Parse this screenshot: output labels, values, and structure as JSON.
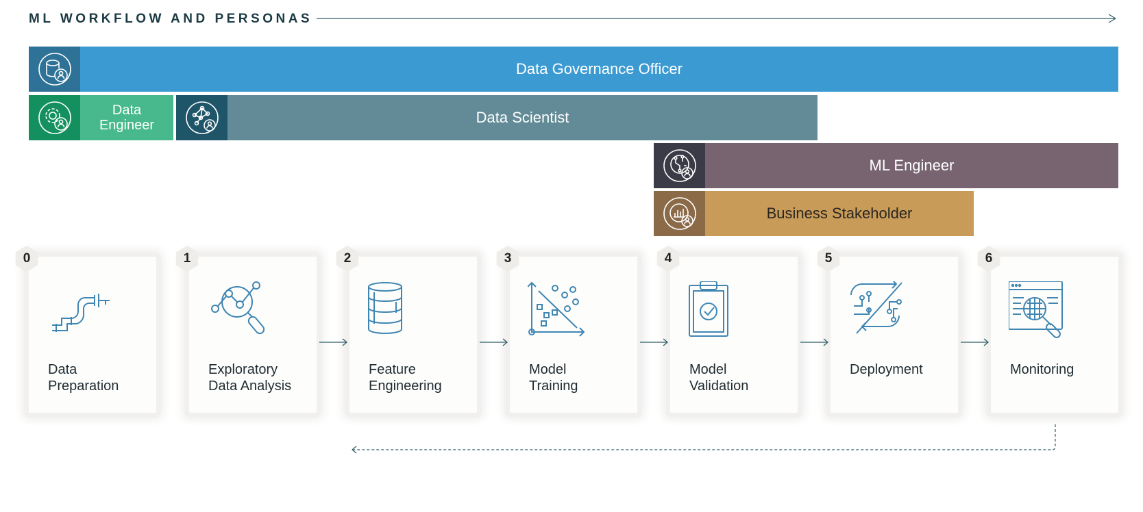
{
  "header": {
    "title": "ML WORKFLOW AND PERSONAS"
  },
  "personas": [
    {
      "label": "Data Governance Officer",
      "icon": "database-user-icon",
      "bar_color": "#3b9ad1",
      "icon_bg": "#2f7298"
    },
    {
      "label": "Data Engineer",
      "icon": "gear-user-icon",
      "bar_color": "#47b98c",
      "icon_bg": "#14905f"
    },
    {
      "label": "Data Scientist",
      "icon": "network-user-icon",
      "bar_color": "#638b97",
      "icon_bg": "#1f5569"
    },
    {
      "label": "ML Engineer",
      "icon": "circuit-user-icon",
      "bar_color": "#776470",
      "icon_bg": "#3a3b46"
    },
    {
      "label": "Business Stakeholder",
      "icon": "chart-user-icon",
      "bar_color": "#c89b59",
      "icon_bg": "#8b6a48"
    }
  ],
  "steps": [
    {
      "number": "0",
      "label": "Data\nPreparation",
      "icon": "pipe-icon"
    },
    {
      "number": "1",
      "label": "Exploratory\nData Analysis",
      "icon": "magnifier-graph-icon"
    },
    {
      "number": "2",
      "label": "Feature\nEngineering",
      "icon": "database-icon"
    },
    {
      "number": "3",
      "label": "Model\nTraining",
      "icon": "scatter-plot-icon"
    },
    {
      "number": "4",
      "label": "Model\nValidation",
      "icon": "clipboard-check-icon"
    },
    {
      "number": "5",
      "label": "Deployment",
      "icon": "circuit-arrows-icon"
    },
    {
      "number": "6",
      "label": "Monitoring",
      "icon": "monitor-search-icon"
    }
  ],
  "colors": {
    "line": "#2f5d68",
    "icon_stroke": "#3f86b3"
  }
}
